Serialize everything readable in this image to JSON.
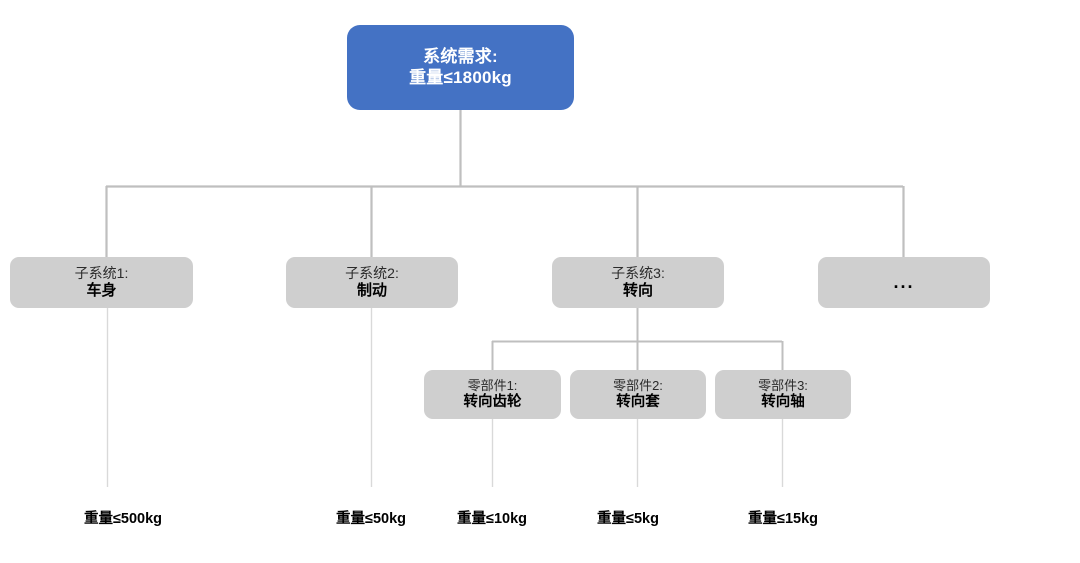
{
  "diagram": {
    "title_text": "",
    "colors": {
      "root_fill": "#4472C4",
      "root_text": "#FFFFFF",
      "node_fill": "#CFCFCF",
      "node_text": "#000000",
      "connector_main": "#BFBFBF",
      "connector_thin": "#D9D9D9",
      "background": "#FFFFFF"
    }
  },
  "root": {
    "line_a": "系统需求:",
    "line_b": "重量≤1800kg"
  },
  "subsystems": [
    {
      "line_a": "子系统1:",
      "line_b": "车身"
    },
    {
      "line_a": "子系统2:",
      "line_b": "制动"
    },
    {
      "line_a": "子系统3:",
      "line_b": "转向"
    },
    {
      "line_a": "",
      "line_b": "..."
    }
  ],
  "components": [
    {
      "line_a": "零部件1:",
      "line_b": "转向齿轮"
    },
    {
      "line_a": "零部件2:",
      "line_b": "转向套"
    },
    {
      "line_a": "零部件3:",
      "line_b": "转向轴"
    }
  ],
  "constraints": [
    {
      "label": "重量≤500kg"
    },
    {
      "label": "重量≤50kg"
    },
    {
      "label": "重量≤10kg"
    },
    {
      "label": "重量≤5kg"
    },
    {
      "label": "重量≤15kg"
    }
  ]
}
